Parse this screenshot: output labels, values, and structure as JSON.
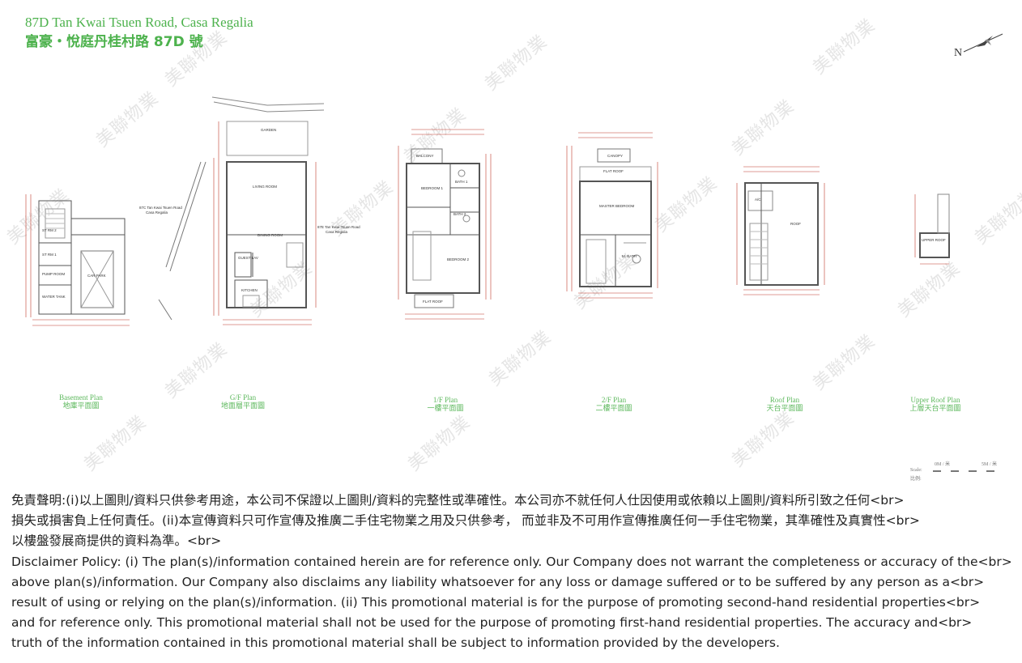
{
  "header": {
    "title_en": "87D Tan Kwai Tsuen Road, Casa Regalia",
    "title_zh": "富豪・悅庭丹桂村路 87D 號"
  },
  "compass": {
    "label": "N"
  },
  "plans": [
    {
      "en": "Basement Plan",
      "zh": "地庫平面圖"
    },
    {
      "en": "G/F Plan",
      "zh": "地面層平面圖"
    },
    {
      "en": "1/F Plan",
      "zh": "一樓平面圖"
    },
    {
      "en": "2/F Plan",
      "zh": "二樓平面圖"
    },
    {
      "en": "Roof Plan",
      "zh": "天台平面圖"
    },
    {
      "en": "Upper Roof Plan",
      "zh": "上層天台平面圖"
    }
  ],
  "room_labels": {
    "basement": [
      "ST RM 2",
      "ST RM 1",
      "PUMP ROOM",
      "WATER TANK",
      "CAR PARK"
    ],
    "gf": [
      "GARDEN",
      "LIVING ROOM",
      "DINING ROOM",
      "GUEST LAV",
      "KITCHEN"
    ],
    "gf_side_left": [
      "87C Tan Kwai Tsuen Road",
      "Casa Regalia"
    ],
    "gf_side_right": [
      "87E Tan Kwai Tsuen Road",
      "Casa Regalia"
    ],
    "first": [
      "BALCONY",
      "BEDROOM 1",
      "BATH 1",
      "BATH 2",
      "BEDROOM 2",
      "FLAT ROOF"
    ],
    "second": [
      "CANOPY",
      "FLAT ROOF",
      "MASTER BEDROOM",
      "M. BATH"
    ],
    "roof": [
      "A/C",
      "ROOF"
    ],
    "upper_roof": [
      "UPPER ROOF"
    ]
  },
  "scale": {
    "unit_label": "0M / 米",
    "max_label": "5M / 米",
    "prefix": "Scale:",
    "prefix_zh": "比例:"
  },
  "watermark": {
    "text": "美聯物業"
  },
  "disclaimer": {
    "zh_lines": [
      "免責聲明:(i)以上圖則/資料只供參考用途，本公司不保證以上圖則/資料的完整性或準確性。本公司亦不就任何人仕因使用或依賴以上圖則/資料所引致之任何<br>",
      "損失或損害負上任何責任。(ii)本宣傳資料只可作宣傳及推廣二手住宅物業之用及只供參考， 而並非及不可用作宣傳推廣任何一手住宅物業，其準確性及真實性<br>",
      "以樓盤發展商提供的資料為準。<br>"
    ],
    "en_lines": [
      "Disclaimer Policy: (i) The plan(s)/information contained herein are for reference only. Our Company does not warrant the completeness or accuracy of the<br>",
      "above plan(s)/information. Our Company also disclaims any liability whatsoever for any loss or damage suffered or to be suffered by any person as a<br>",
      "result of using or relying on the plan(s)/information. (ii) This promotional material is for the purpose of promoting second-hand residential properties<br>",
      "and for reference only. This promotional material shall not be used for the purpose of promoting first-hand residential properties. The accuracy and<br>",
      "truth of the information contained in this promotional material shall be subject to information provided by the developers."
    ]
  },
  "colors": {
    "title_green": "#4db24d",
    "label_green": "#5cb85c",
    "line": "#555555",
    "dim": "#c0392b"
  }
}
